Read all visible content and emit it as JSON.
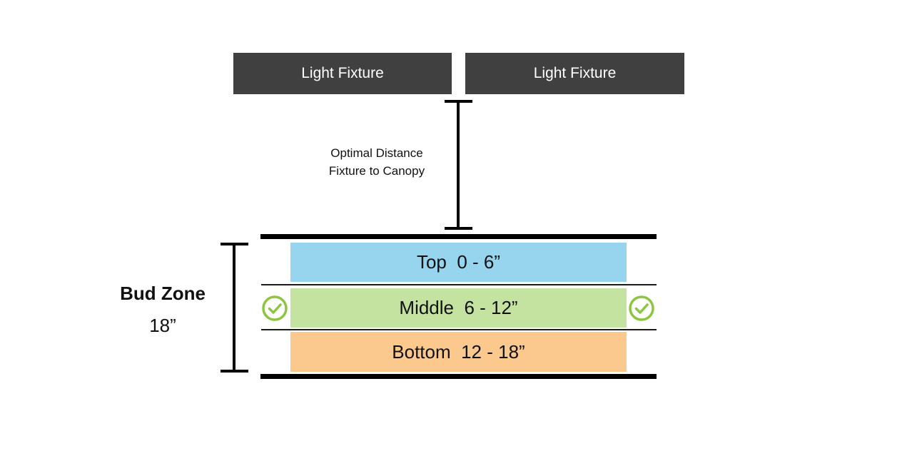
{
  "fixtures": [
    {
      "label": "Light Fixture"
    },
    {
      "label": "Light Fixture"
    }
  ],
  "distance_label": {
    "line1": "Optimal Distance",
    "line2": "Fixture to Canopy"
  },
  "zones": [
    {
      "label": "Top  0 - 6”",
      "color": "#97d5ef"
    },
    {
      "label": "Middle  6 - 12”",
      "color": "#c5e3a0",
      "optimal": true
    },
    {
      "label": "Bottom  12 - 18”",
      "color": "#fbc88e"
    }
  ],
  "bud_zone": {
    "title": "Bud Zone",
    "size": "18”"
  },
  "colors": {
    "fixture": "#404040",
    "check": "#8cc63f"
  },
  "icons": {
    "optimal_marker": "check-circle-icon"
  }
}
